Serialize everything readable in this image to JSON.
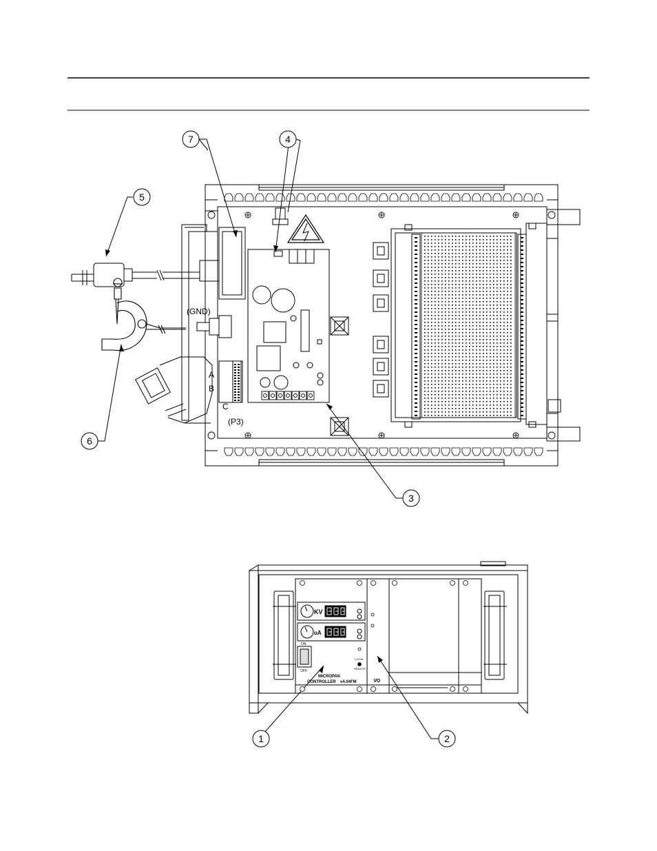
{
  "callouts": {
    "c1": "1",
    "c2": "2",
    "c3": "3",
    "c4": "4",
    "c5": "5",
    "c6": "6",
    "c7": "7"
  },
  "labels": {
    "gnd": "(GND)",
    "a": "A",
    "b": "B",
    "c": "C",
    "p3": "(P3)",
    "kv": "KV",
    "ua": "uA",
    "on": "ON",
    "off": "OFF",
    "local": "LOCAL",
    "io": "I/O",
    "brand": "MICROPAK",
    "controller": "CONTROLLER",
    "model": "v4.04FM",
    "remote": "REMOTE"
  }
}
